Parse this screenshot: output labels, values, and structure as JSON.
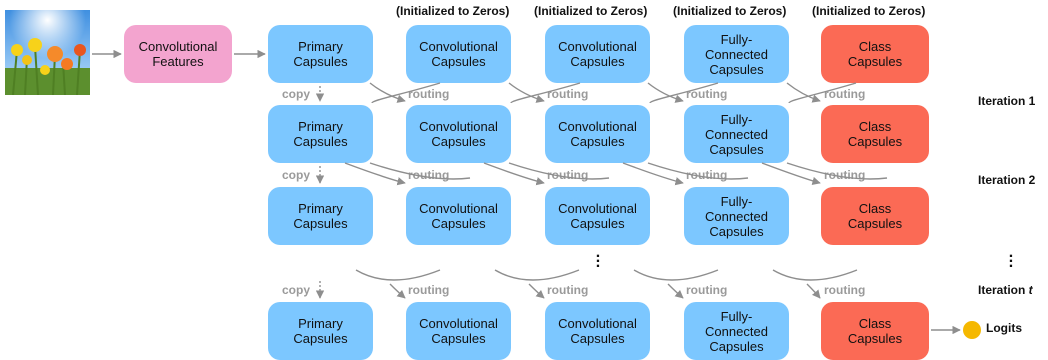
{
  "header_label": "(Initialized to Zeros)",
  "conv_features_label": "Convolutional\nFeatures",
  "box_labels": {
    "primary": "Primary\nCapsules",
    "conv": "Convolutional\nCapsules",
    "fc": "Fully-\nConnected\nCapsules",
    "class": "Class\nCapsules"
  },
  "copy_label": "copy",
  "routing_label": "routing",
  "iterations": [
    "Iteration 1",
    "Iteration 2",
    "Iteration "
  ],
  "iteration_t_var": "t",
  "logits_label": "Logits",
  "colors": {
    "capsule_blue": "#7cc7ff",
    "class_red": "#fb6a55",
    "features_pink": "#f3a4cf",
    "logits_yellow": "#f5b800",
    "arrow_gray": "#8e8e8e"
  },
  "icons": {
    "input": "sunflower-photo-icon",
    "continuation": "vertical-ellipsis-icon"
  }
}
